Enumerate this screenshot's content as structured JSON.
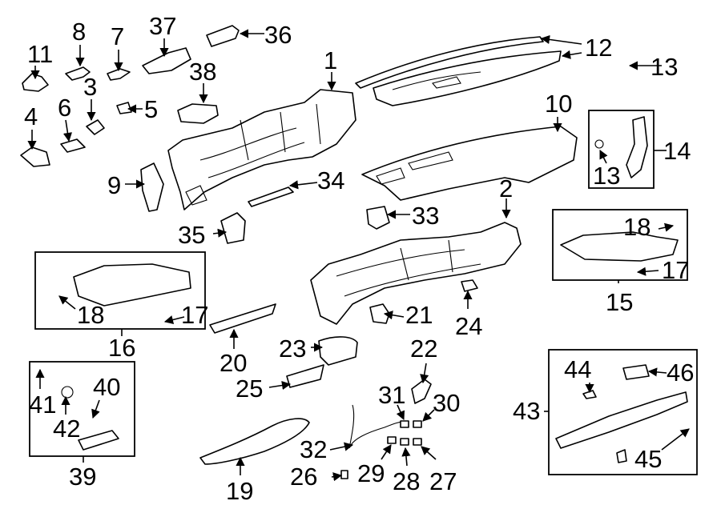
{
  "colors": {
    "ink": "#000000",
    "paper": "#ffffff"
  },
  "callouts": {
    "n1": "1",
    "n2": "2",
    "n3": "3",
    "n4": "4",
    "n5": "5",
    "n6": "6",
    "n7": "7",
    "n8": "8",
    "n9": "9",
    "n10": "10",
    "n11": "11",
    "n12": "12",
    "n13a": "13",
    "n13b": "13",
    "n14": "14",
    "n15": "15",
    "n16": "16",
    "n17a": "17",
    "n17b": "17",
    "n18a": "18",
    "n18b": "18",
    "n19": "19",
    "n20": "20",
    "n21": "21",
    "n22": "22",
    "n23": "23",
    "n24": "24",
    "n25": "25",
    "n26": "26",
    "n27": "27",
    "n28": "28",
    "n29": "29",
    "n30": "30",
    "n31": "31",
    "n32": "32",
    "n33": "33",
    "n34": "34",
    "n35": "35",
    "n36": "36",
    "n37": "37",
    "n38": "38",
    "n39": "39",
    "n40": "40",
    "n41": "41",
    "n42": "42",
    "n43": "43",
    "n44": "44",
    "n45": "45",
    "n46": "46"
  }
}
